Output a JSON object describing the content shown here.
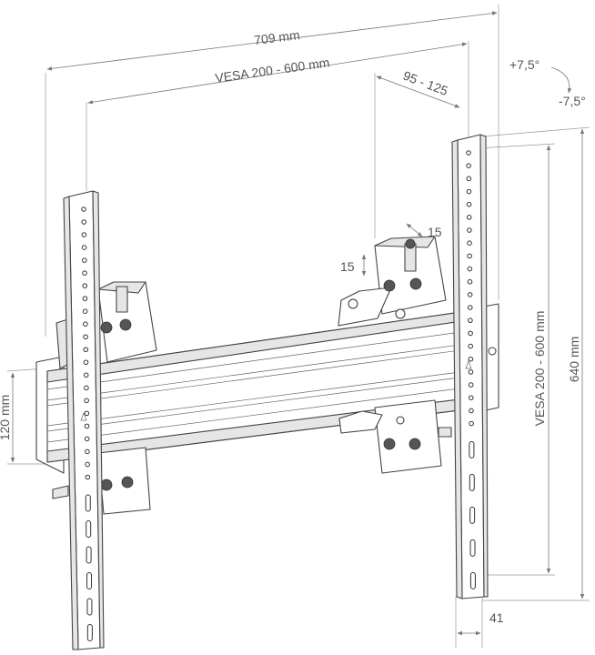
{
  "dimensions": {
    "total_width": "709 mm",
    "vesa_horizontal": "VESA 200 - 600 mm",
    "bracket_offset": "95 - 125",
    "tilt_up": "+7,5°",
    "tilt_down": "-7,5°",
    "small_a": "15",
    "small_b": "15",
    "vesa_vertical": "VESA 200 - 600 mm",
    "total_height": "640 mm",
    "rail_height": "120 mm",
    "depth": "41"
  }
}
